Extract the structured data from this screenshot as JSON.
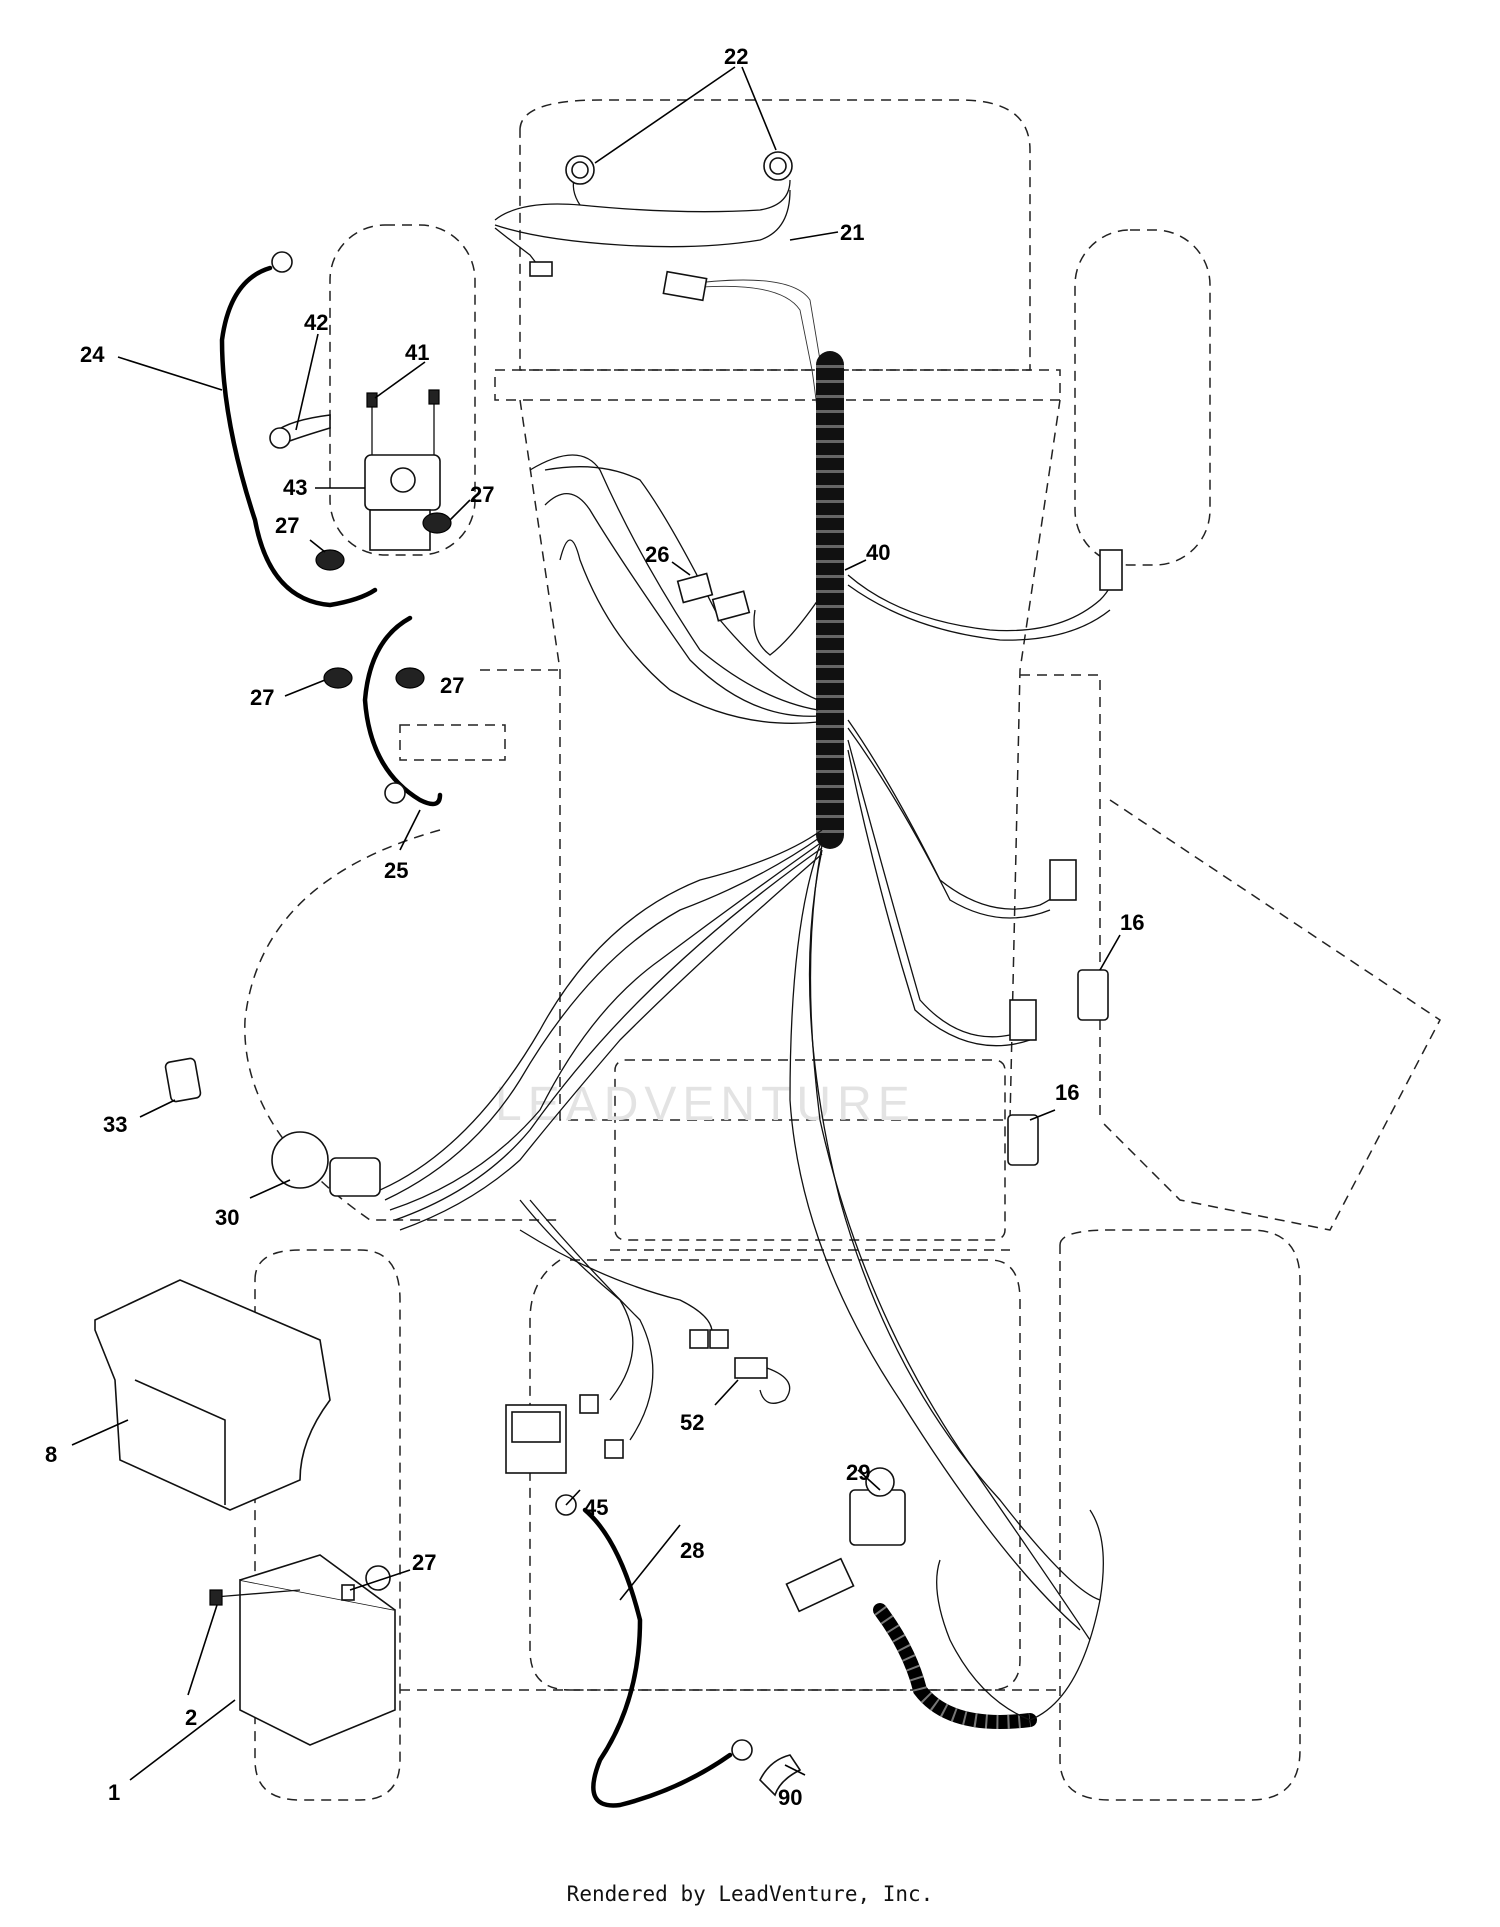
{
  "watermark": "LEADVENTURE",
  "footer": "Rendered by LeadVenture, Inc.",
  "callouts": {
    "c1": "1",
    "c2": "2",
    "c8": "8",
    "c16a": "16",
    "c16b": "16",
    "c21": "21",
    "c22": "22",
    "c24": "24",
    "c25": "25",
    "c26": "26",
    "c27a": "27",
    "c27b": "27",
    "c27c": "27",
    "c27d": "27",
    "c27e": "27",
    "c28": "28",
    "c29": "29",
    "c30": "30",
    "c33": "33",
    "c40": "40",
    "c41": "41",
    "c42": "42",
    "c43": "43",
    "c45": "45",
    "c52": "52",
    "c90": "90"
  }
}
